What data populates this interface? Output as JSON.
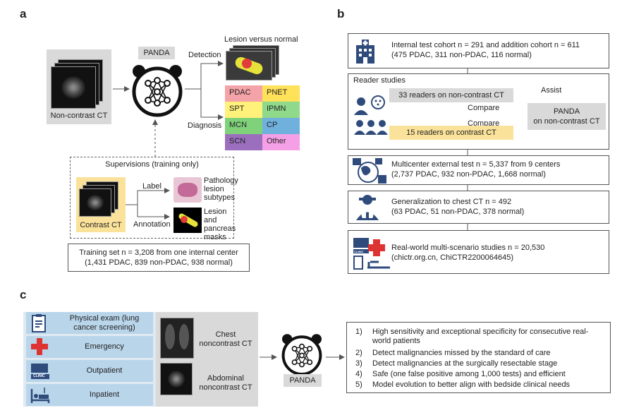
{
  "panel_labels": {
    "a": "a",
    "b": "b",
    "c": "c"
  },
  "a": {
    "input_label": "Non-contrast CT",
    "model_label": "PANDA",
    "detection_label": "Detection",
    "diagnosis_label": "Diagnosis",
    "lesion_title": "Lesion versus normal",
    "subtypes": [
      {
        "label": "PDAC",
        "color": "#f4a3a8"
      },
      {
        "label": "PNET",
        "color": "#ffe15a"
      },
      {
        "label": "SPT",
        "color": "#fff17a"
      },
      {
        "label": "IPMN",
        "color": "#8fd98a"
      },
      {
        "label": "MCN",
        "color": "#7fd17a"
      },
      {
        "label": "CP",
        "color": "#6fb0dd"
      },
      {
        "label": "SCN",
        "color": "#9b6fbe"
      },
      {
        "label": "Other",
        "color": "#f5a0e6"
      }
    ],
    "supervision_title": "Supervisions (training only)",
    "contrast_label": "Contrast CT",
    "label_arrow": "Label",
    "annotation_arrow": "Annotation",
    "pathology_label": "Pathology lesion subtypes",
    "lesion_masks_label": "Lesion and pancreas masks",
    "training_line1": "Training set n = 3,208 from one internal center",
    "training_line2": "(1,431 PDAC, 839 non-PDAC, 938 normal)"
  },
  "b": {
    "internal_line1": "Internal test cohort n = 291 and addition cohort n = 611",
    "internal_line2": "(475 PDAC, 311 non-PDAC, 116 normal)",
    "reader_title": "Reader studies",
    "readers_noncontrast": "33 readers on non-contrast CT",
    "readers_contrast": "15 readers on contrast CT",
    "assist": "Assist",
    "compare1": "Compare",
    "compare2": "Compare",
    "panda_line1": "PANDA",
    "panda_line2": "on non-contrast CT",
    "external_line1": "Multicenter external test n = 5,337 from 9 centers",
    "external_line2": "(2,737 PDAC, 932 non-PDAC, 1,668 normal)",
    "chest_line1": "Generalization to chest CT n = 492",
    "chest_line2": "(63 PDAC, 51 non-PDAC, 378 normal)",
    "realworld_line1": "Real-world multi-scenario studies n = 20,530",
    "realworld_line2": "(chictr.org.cn, ChiCTR2200064645)",
    "clinic_tag": "CLINIC"
  },
  "c": {
    "settings": [
      {
        "label": "Physical exam (lung cancer screening)",
        "icon": "clipboard-icon"
      },
      {
        "label": "Emergency",
        "icon": "red-cross-icon"
      },
      {
        "label": "Outpatient",
        "icon": "clinic-icon"
      },
      {
        "label": "Inpatient",
        "icon": "hospital-bed-icon"
      }
    ],
    "chest_label": "Chest noncontrast CT",
    "abdominal_label": "Abdominal noncontrast CT",
    "model_label": "PANDA",
    "clinic_tag": "CLINIC",
    "outcomes": [
      {
        "num": "1)",
        "text": "High sensitivity and exceptional specificity for consecutive real-world patients"
      },
      {
        "num": "2)",
        "text": "Detect malignancies missed by the standard of care"
      },
      {
        "num": "3)",
        "text": "Detect malignancies at the surgically resectable stage"
      },
      {
        "num": "4)",
        "text": "Safe (one false positive among 1,000 tests) and efficient"
      },
      {
        "num": "5)",
        "text": "Model evolution to better align with bedside clinical needs"
      }
    ]
  }
}
